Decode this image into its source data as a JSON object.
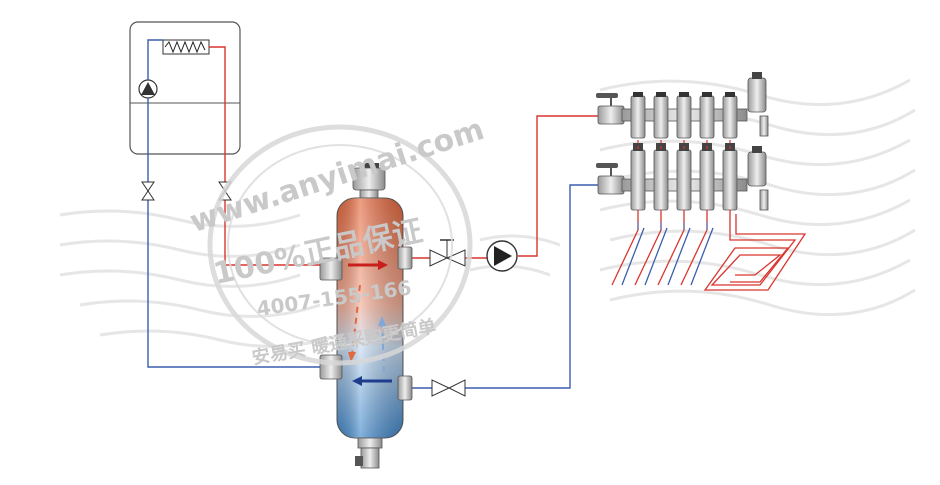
{
  "watermark": {
    "url": "www.anyimai.com",
    "guarantee": "100%正品保证",
    "phone": "4007-155-166",
    "slogan": "安易买 暖通采购更简单",
    "colors": {
      "stamp": "#d8d8d8"
    }
  },
  "diagram": {
    "components": [
      "boiler",
      "heat-exchanger",
      "boiler-pump",
      "supply-valve",
      "return-valve",
      "hydraulic-separator",
      "air-vent",
      "drain-valve",
      "circulation-pump",
      "separator-supply-valve",
      "separator-return-valve",
      "manifold-supply",
      "manifold-return",
      "floor-heating-loops"
    ],
    "colors": {
      "hot_pipe": "#d9352f",
      "cold_pipe": "#3a5fae",
      "separator_top": "#e5683e",
      "separator_bottom": "#3f86c9",
      "metal": "#d0d0d0",
      "outline": "#444444"
    },
    "icons": [
      "flow-arrow-hot-icon",
      "flow-arrow-cold-icon",
      "gate-valve-icon",
      "pump-icon"
    ]
  }
}
